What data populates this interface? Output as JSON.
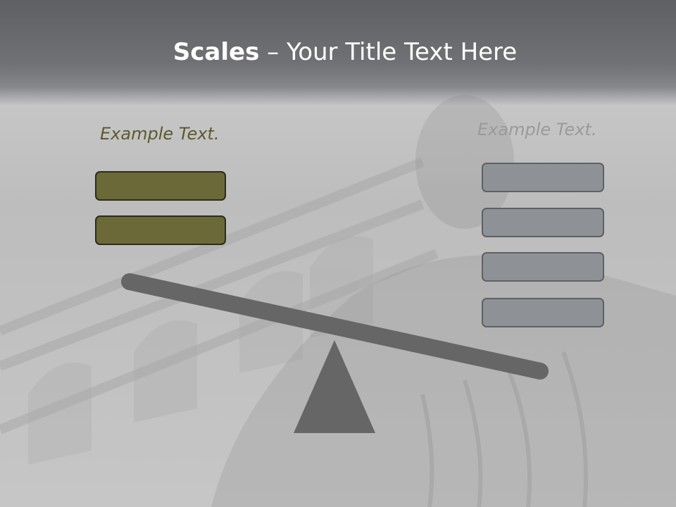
{
  "slide": {
    "title_strong": "Scales",
    "title_rest": " – Your Title Text Here",
    "left_label": "Example Text.",
    "right_label": "Example Text."
  },
  "colors": {
    "header": "#6a6b6e",
    "olive_box": "#6b6937",
    "gray_box": "#8e9196",
    "scale": "#666666"
  },
  "left_boxes": [
    "",
    ""
  ],
  "right_boxes": [
    "",
    "",
    "",
    ""
  ]
}
